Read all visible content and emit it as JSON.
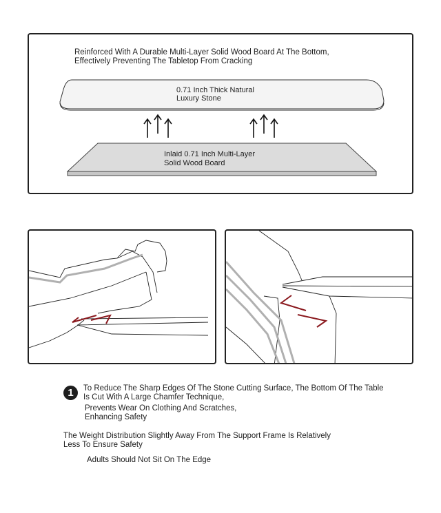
{
  "top_panel": {
    "heading_line1": "Reinforced With A Durable Multi-Layer Solid Wood Board At The Bottom,",
    "heading_line2": "Effectively Preventing The Tabletop From Cracking",
    "stone_label_line1": "0.71 Inch Thick Natural",
    "stone_label_line2": "Luxury Stone",
    "wood_label_line1": "Inlaid 0.71 Inch Multi-Layer",
    "wood_label_line2": "Solid Wood Board"
  },
  "features": {
    "badge_number": "1",
    "point1_line1": "To Reduce The Sharp Edges Of The Stone Cutting Surface, The Bottom Of The Table",
    "point1_line2": "Is Cut With A Large Chamfer Technique,",
    "point1_line3": "Prevents Wear On Clothing And Scratches,",
    "point1_line4": "Enhancing Safety",
    "point2_line1": "The Weight Distribution Slightly Away From The Support Frame Is Relatively",
    "point2_line2": "Less To Ensure Safety",
    "point3": "Adults Should Not Sit On The Edge"
  },
  "colors": {
    "accent_red": "#8b1a1f",
    "stroke": "#222222",
    "sleeve_gray": "#b0b0b0"
  }
}
